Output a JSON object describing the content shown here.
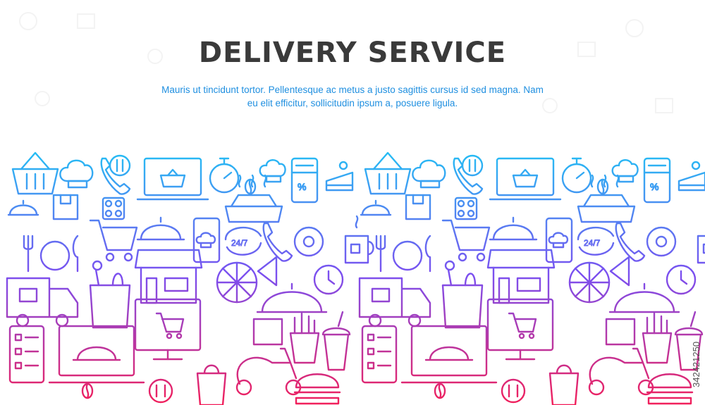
{
  "banner": {
    "title": "DELIVERY SERVICE",
    "subtitle": "Mauris ut tincidunt tortor. Pellentesque ac metus a justo sagittis cursus id sed magna. Nam eu elit efficitur, sollicitudin ipsum a, posuere ligula.",
    "watermark": "342421250",
    "colors": {
      "title": "#3a3a3a",
      "subtitle": "#1f8fe0",
      "gradient_top": "#1fc4f4",
      "gradient_mid": "#7b4ff0",
      "gradient_bottom": "#f21f5a"
    }
  },
  "icons": [
    "basket-icon",
    "chef-hat-icon",
    "phone-icon",
    "fork-knife-icon",
    "laptop-basket-icon",
    "stopwatch-icon",
    "coffee-bean-icon",
    "chef-hat-icon",
    "mobile-store-icon",
    "cake-icon",
    "cloche-icon",
    "package-icon",
    "sushi-icon",
    "food-container-icon",
    "shopping-cart-icon",
    "smartphone-chef-icon",
    "24-7-icon",
    "donut-icon",
    "tea-icon",
    "plate-icon",
    "storefront-icon",
    "grocery-bag-icon",
    "pizza-icon",
    "clock-icon",
    "delivery-truck-icon",
    "monitor-cart-icon",
    "fries-icon",
    "drink-icon",
    "checklist-icon",
    "laptop-cloche-icon",
    "scooter-icon",
    "burger-icon",
    "shopping-bag-icon"
  ]
}
